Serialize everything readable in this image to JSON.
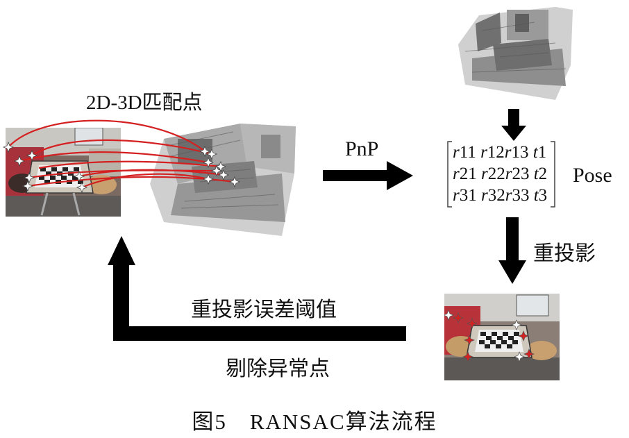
{
  "labels": {
    "matches": "2D-3D匹配点",
    "pnp": "PnP",
    "pose": "Pose",
    "reproject": "重投影",
    "threshold": "重投影误差阈值",
    "remove_outliers": "剔除异常点"
  },
  "matrix": {
    "rows": [
      [
        "r",
        "11",
        "r",
        "12",
        "r",
        "13",
        "t",
        "1"
      ],
      [
        "r",
        "21",
        "r",
        "22",
        "r",
        "23",
        "t",
        "2"
      ],
      [
        "r",
        "31",
        "r",
        "32",
        "r",
        "33",
        "t",
        "3"
      ]
    ]
  },
  "caption": "图5　RANSAC算法流程",
  "colors": {
    "arrow": "#000000",
    "match_line": "#d42020",
    "wall_red": "#b8323a",
    "point_cloud": "#8a8a8a"
  },
  "icons": [
    "star-marker-icon",
    "arrow-right-icon",
    "arrow-down-icon",
    "arrow-up-icon"
  ]
}
